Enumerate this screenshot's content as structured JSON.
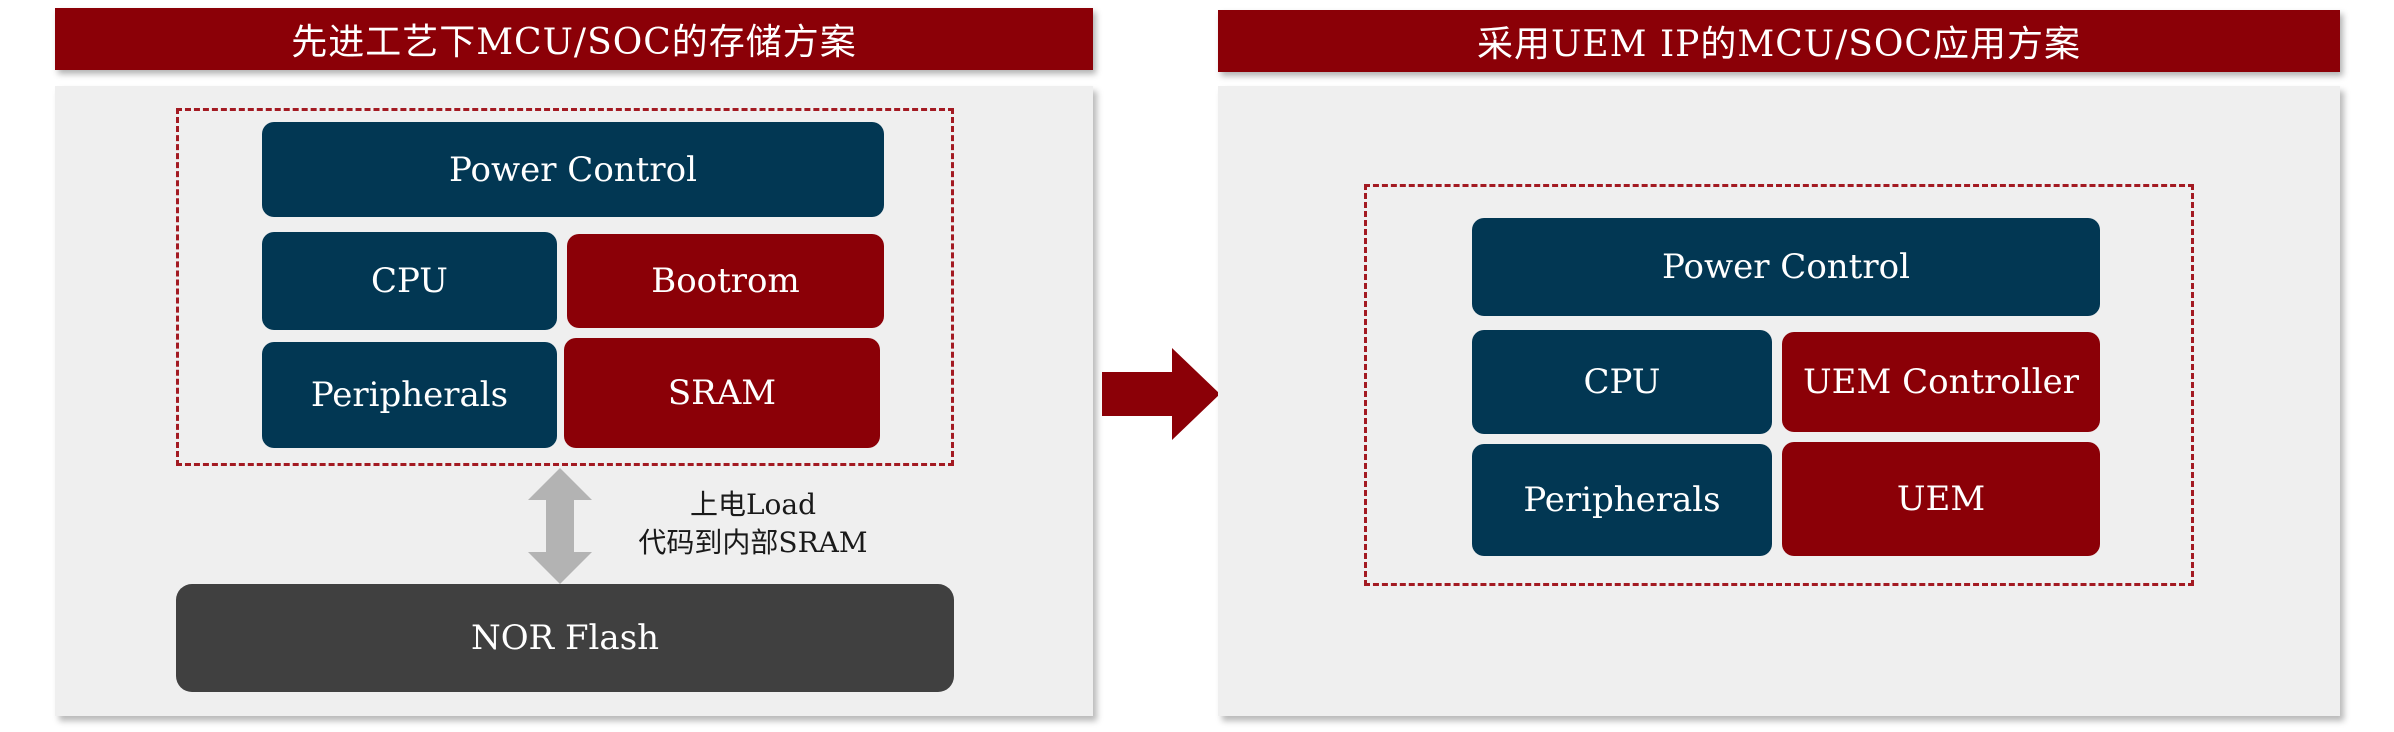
{
  "left": {
    "title": "先进工艺下MCU/SOC的存储方案",
    "blocks": {
      "power_control": "Power Control",
      "cpu": "CPU",
      "bootrom": "Bootrom",
      "peripherals": "Peripherals",
      "sram": "SRAM",
      "nor_flash": "NOR Flash"
    },
    "annotation": {
      "line1": "上电Load",
      "line2": "代码到内部SRAM"
    }
  },
  "right": {
    "title": "采用UEM IP的MCU/SOC应用方案",
    "blocks": {
      "power_control": "Power Control",
      "cpu": "CPU",
      "uem_controller": "UEM Controller",
      "peripherals": "Peripherals",
      "uem": "UEM"
    }
  },
  "colors": {
    "dark_red": "#8b0007",
    "navy": "#023753",
    "dark_gray": "#404040",
    "light_gray_arrow": "#b3b3b3",
    "panel_bg": "#efefef"
  }
}
